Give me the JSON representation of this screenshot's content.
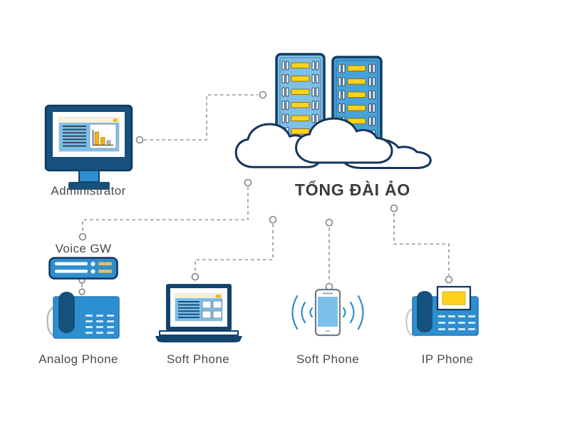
{
  "title": "TỔNG ĐÀI ẢO",
  "nodes": {
    "virtual_pbx": {
      "label": "TỔNG ĐÀI ẢO",
      "icon": "cloud-servers-icon"
    },
    "administrator": {
      "label": "Administrator",
      "icon": "desktop-monitor-icon"
    },
    "voice_gw": {
      "label": "Voice GW",
      "icon": "voice-gateway-icon"
    },
    "analog_phone": {
      "label": "Analog Phone",
      "icon": "analog-phone-icon"
    },
    "soft_phone_laptop": {
      "label": "Soft Phone",
      "icon": "laptop-icon"
    },
    "soft_phone_mobile": {
      "label": "Soft Phone",
      "icon": "smartphone-icon"
    },
    "ip_phone": {
      "label": "IP Phone",
      "icon": "ip-phone-icon"
    }
  },
  "edges": [
    {
      "from": "administrator",
      "to": "virtual_pbx",
      "style": "dashed"
    },
    {
      "from": "virtual_pbx",
      "to": "voice_gw",
      "style": "dashed"
    },
    {
      "from": "voice_gw",
      "to": "analog_phone",
      "style": "dashed"
    },
    {
      "from": "virtual_pbx",
      "to": "soft_phone_laptop",
      "style": "dashed"
    },
    {
      "from": "virtual_pbx",
      "to": "soft_phone_mobile",
      "style": "dashed"
    },
    {
      "from": "virtual_pbx",
      "to": "ip_phone",
      "style": "dashed"
    }
  ],
  "colors": {
    "primary_blue": "#2e8fd0",
    "light_blue": "#7cc0ea",
    "server_blue": "#46a2da",
    "navy": "#16507d",
    "outline_navy": "#14365c",
    "accent_yellow": "#ffd21f",
    "accent_orange": "#f2b211",
    "connector_gray": "#8f979e",
    "label_gray": "#454b50",
    "background": "#ffffff"
  }
}
